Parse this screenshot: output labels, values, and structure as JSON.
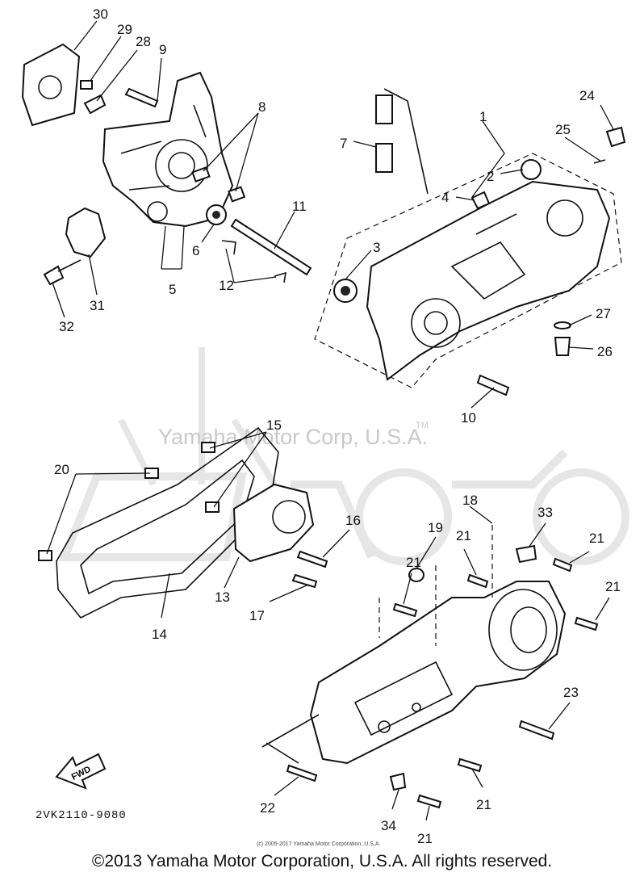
{
  "watermark": {
    "text": "Yamaha Motor Corp, U.S.A.",
    "tm": "TM"
  },
  "diagram_code": "2VK2110-9080",
  "fwd_label": "FWD",
  "small_copyright": "(c) 2005-2017 Yamaha Motor Corporation, U.S.A.",
  "footer": "©2013 Yamaha Motor Corporation, U.S.A. All rights reserved.",
  "callouts": [
    {
      "id": "c30",
      "text": "30"
    },
    {
      "id": "c29",
      "text": "29"
    },
    {
      "id": "c28",
      "text": "28"
    },
    {
      "id": "c9",
      "text": "9"
    },
    {
      "id": "c8",
      "text": "8"
    },
    {
      "id": "c1",
      "text": "1"
    },
    {
      "id": "c24",
      "text": "24"
    },
    {
      "id": "c25",
      "text": "25"
    },
    {
      "id": "c7",
      "text": "7"
    },
    {
      "id": "c2",
      "text": "2"
    },
    {
      "id": "c4",
      "text": "4"
    },
    {
      "id": "c11",
      "text": "11"
    },
    {
      "id": "c6",
      "text": "6"
    },
    {
      "id": "c3",
      "text": "3"
    },
    {
      "id": "c5",
      "text": "5"
    },
    {
      "id": "c12",
      "text": "12"
    },
    {
      "id": "c31",
      "text": "31"
    },
    {
      "id": "c32",
      "text": "32"
    },
    {
      "id": "c27",
      "text": "27"
    },
    {
      "id": "c26",
      "text": "26"
    },
    {
      "id": "c10",
      "text": "10"
    },
    {
      "id": "c15",
      "text": "15"
    },
    {
      "id": "c20",
      "text": "20"
    },
    {
      "id": "c18",
      "text": "18"
    },
    {
      "id": "c16",
      "text": "16"
    },
    {
      "id": "c33",
      "text": "33"
    },
    {
      "id": "c19",
      "text": "19"
    },
    {
      "id": "c21a",
      "text": "21"
    },
    {
      "id": "c21b",
      "text": "21"
    },
    {
      "id": "c21c",
      "text": "21"
    },
    {
      "id": "c13",
      "text": "13"
    },
    {
      "id": "c21d",
      "text": "21"
    },
    {
      "id": "c14",
      "text": "14"
    },
    {
      "id": "c17",
      "text": "17"
    },
    {
      "id": "c23",
      "text": "23"
    },
    {
      "id": "c22",
      "text": "22"
    },
    {
      "id": "c21e",
      "text": "21"
    },
    {
      "id": "c34",
      "text": "34"
    },
    {
      "id": "c21f",
      "text": "21"
    }
  ]
}
